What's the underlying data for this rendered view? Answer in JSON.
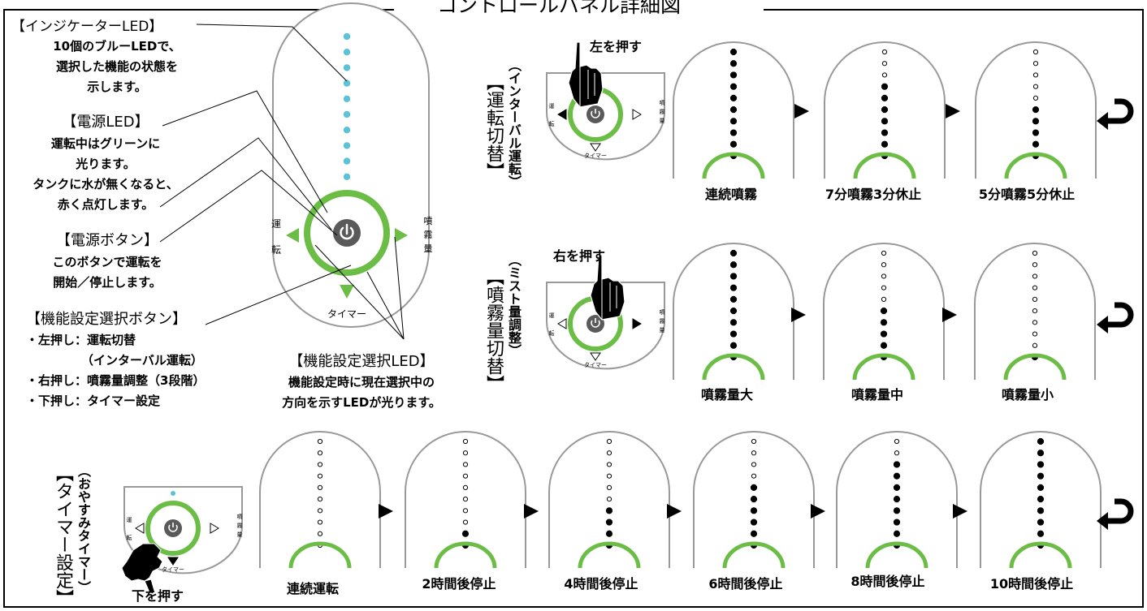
{
  "title": "コントロールパネル詳細図",
  "annotations": {
    "indicator": {
      "title": "【インジケーターLED】",
      "lines": [
        "10個のブルーLEDで、",
        "選択した機能の状態を",
        "示します。"
      ]
    },
    "power_led": {
      "title": "【電源LED】",
      "lines": [
        "運転中はグリーンに",
        "光ります。",
        "タンクに水が無くなると、",
        "赤く点灯します。"
      ]
    },
    "power_button": {
      "title": "【電源ボタン】",
      "lines": [
        "このボタンで運転を",
        "開始／停止します。"
      ]
    },
    "function_button": {
      "title": "【機能設定選択ボタン】",
      "lines": [
        "・左押し：運転切替",
        "（インターバル運転）",
        "・右押し：噴霧量調整（3段階）",
        "・下押し：タイマー設定"
      ]
    },
    "function_led": {
      "title": "【機能設定選択LED】",
      "lines": [
        "機能設定時に現在選択中の",
        "方向を示すLEDが光ります。"
      ]
    }
  },
  "panel_labels": {
    "left": "運転",
    "right": "噴霧量",
    "bottom": "タイマー"
  },
  "sections": [
    {
      "title": "【運転切替】",
      "subtitle": "（インターバル運転）",
      "press": "左を押す",
      "states": [
        {
          "label": "連続噴霧",
          "lit": 10
        },
        {
          "label": "7分噴霧3分休止",
          "lit": 7
        },
        {
          "label": "5分噴霧5分休止",
          "lit": 5
        }
      ]
    },
    {
      "title": "【噴霧量切替】",
      "subtitle": "（ミスト量調整）",
      "press": "右を押す",
      "states": [
        {
          "label": "噴霧量大",
          "lit": 10
        },
        {
          "label": "噴霧量中",
          "lit": 5
        },
        {
          "label": "噴霧量小",
          "lit": 1
        }
      ]
    },
    {
      "title": "【タイマー設定】",
      "subtitle": "（おやすみタイマー）",
      "press": "下を押す",
      "states": [
        {
          "label": "連続運転",
          "lit": 0
        },
        {
          "label": "2時間後停止",
          "lit": 2
        },
        {
          "label": "4時間後停止",
          "lit": 4
        },
        {
          "label": "6時間後停止",
          "lit": 6
        },
        {
          "label": "8時間後停止",
          "lit": 8
        },
        {
          "label": "10時間後停止",
          "lit": 10
        }
      ]
    }
  ],
  "colors": {
    "green": "#6cbd45",
    "blue": "#5bc3d6",
    "outline": "#999999",
    "button": "#5a5a5a"
  }
}
